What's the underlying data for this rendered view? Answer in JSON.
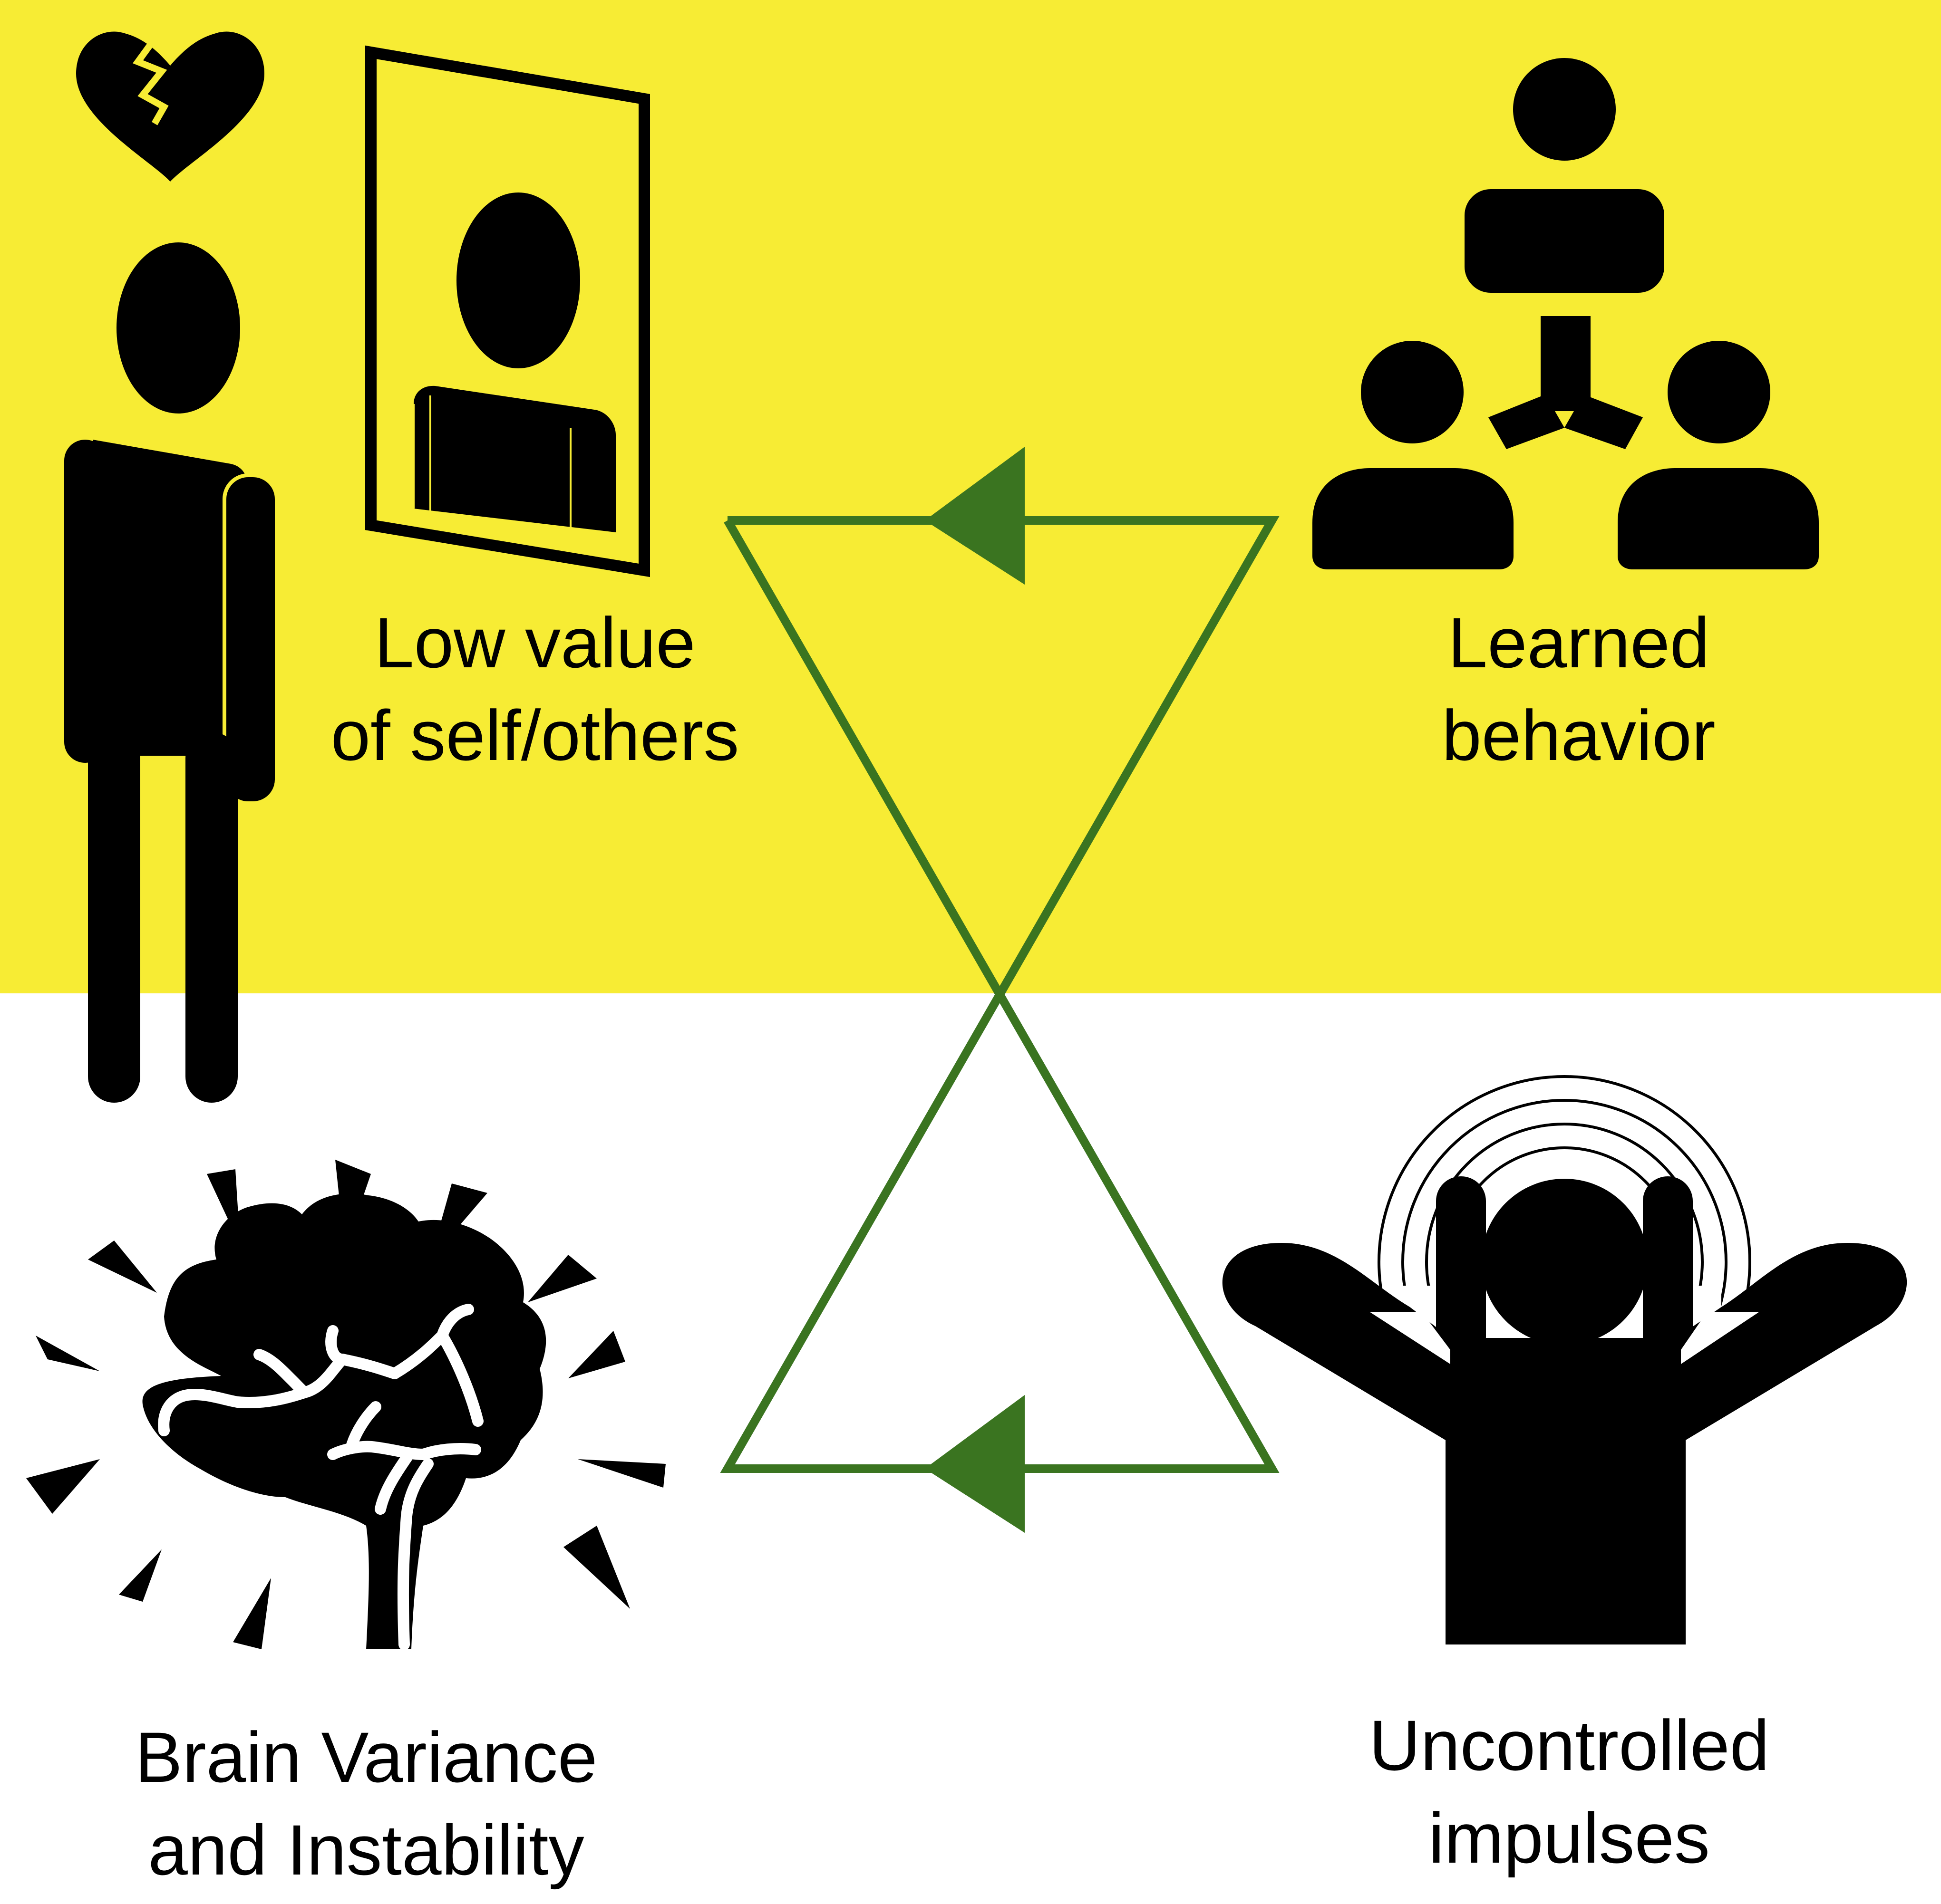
{
  "colors": {
    "top_background": "#f7ec34",
    "bottom_background": "#ffffff",
    "icon": "#000000",
    "arrow": "#3a7420"
  },
  "labels": {
    "low_value": {
      "line1": "Low value",
      "line2": "of self/others"
    },
    "learned": {
      "line1": "Learned",
      "line2": "behavior"
    },
    "brain": {
      "line1": "Brain Variance",
      "line2": "and Instability"
    },
    "impulses": {
      "line1": "Uncontrolled",
      "line2": "impulses"
    }
  },
  "icons": {
    "top_left": [
      "broken-heart-icon",
      "person-icon",
      "mirror-reflection-icon"
    ],
    "top_right": "group-network-icon",
    "bottom_left": "brain-burst-icon",
    "bottom_right": "stressed-person-icon"
  },
  "connector": {
    "shape": "hourglass",
    "arrows": [
      "top-arrow-left",
      "bottom-arrow-left"
    ]
  }
}
